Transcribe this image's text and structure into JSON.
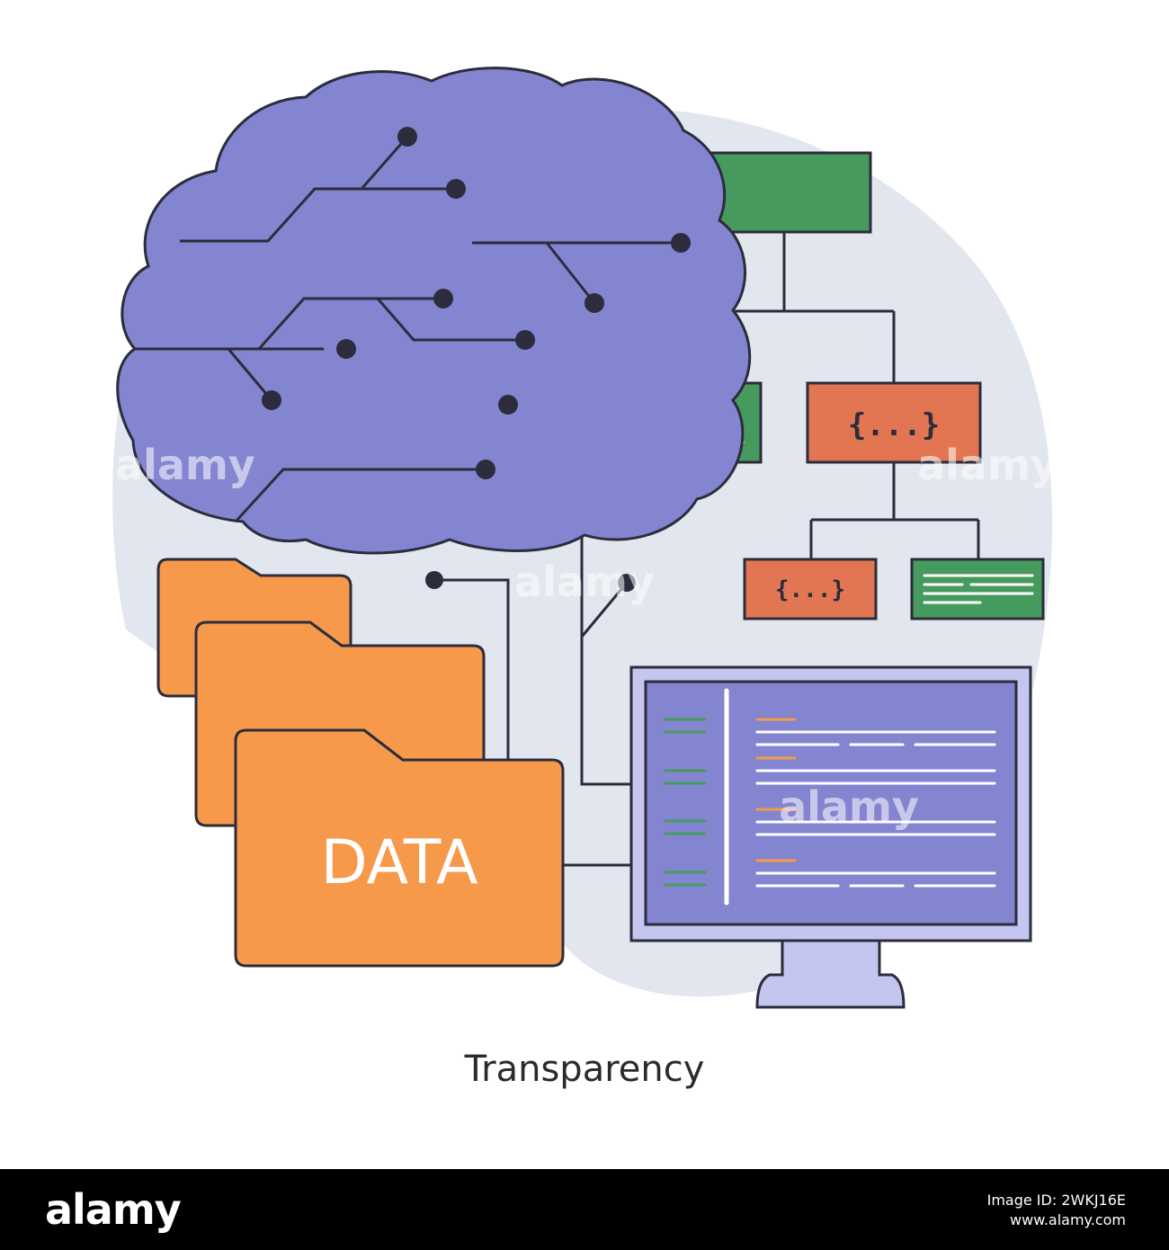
{
  "illustration": {
    "folder_label": "DATA",
    "code_box_label": "{...}",
    "small_code_box_label": "{...}",
    "caption": "Transparency",
    "colors": {
      "background_blob": "#e2e6ee",
      "brain": "#8385d1",
      "folder": "#f7994a",
      "code_box": "#e27652",
      "green_box": "#479a5e",
      "monitor_screen": "#8385d1",
      "monitor_frame": "#c4c6ef",
      "outline": "#2c2c3c"
    },
    "icons": [
      "brain-circuit-icon",
      "folder-icon",
      "monitor-icon",
      "flowchart-icon"
    ]
  },
  "watermark": {
    "text": "alamy"
  },
  "footer": {
    "logo": "alamy",
    "image_id": "Image ID: 2WKJ16E",
    "site": "www.alamy.com"
  }
}
